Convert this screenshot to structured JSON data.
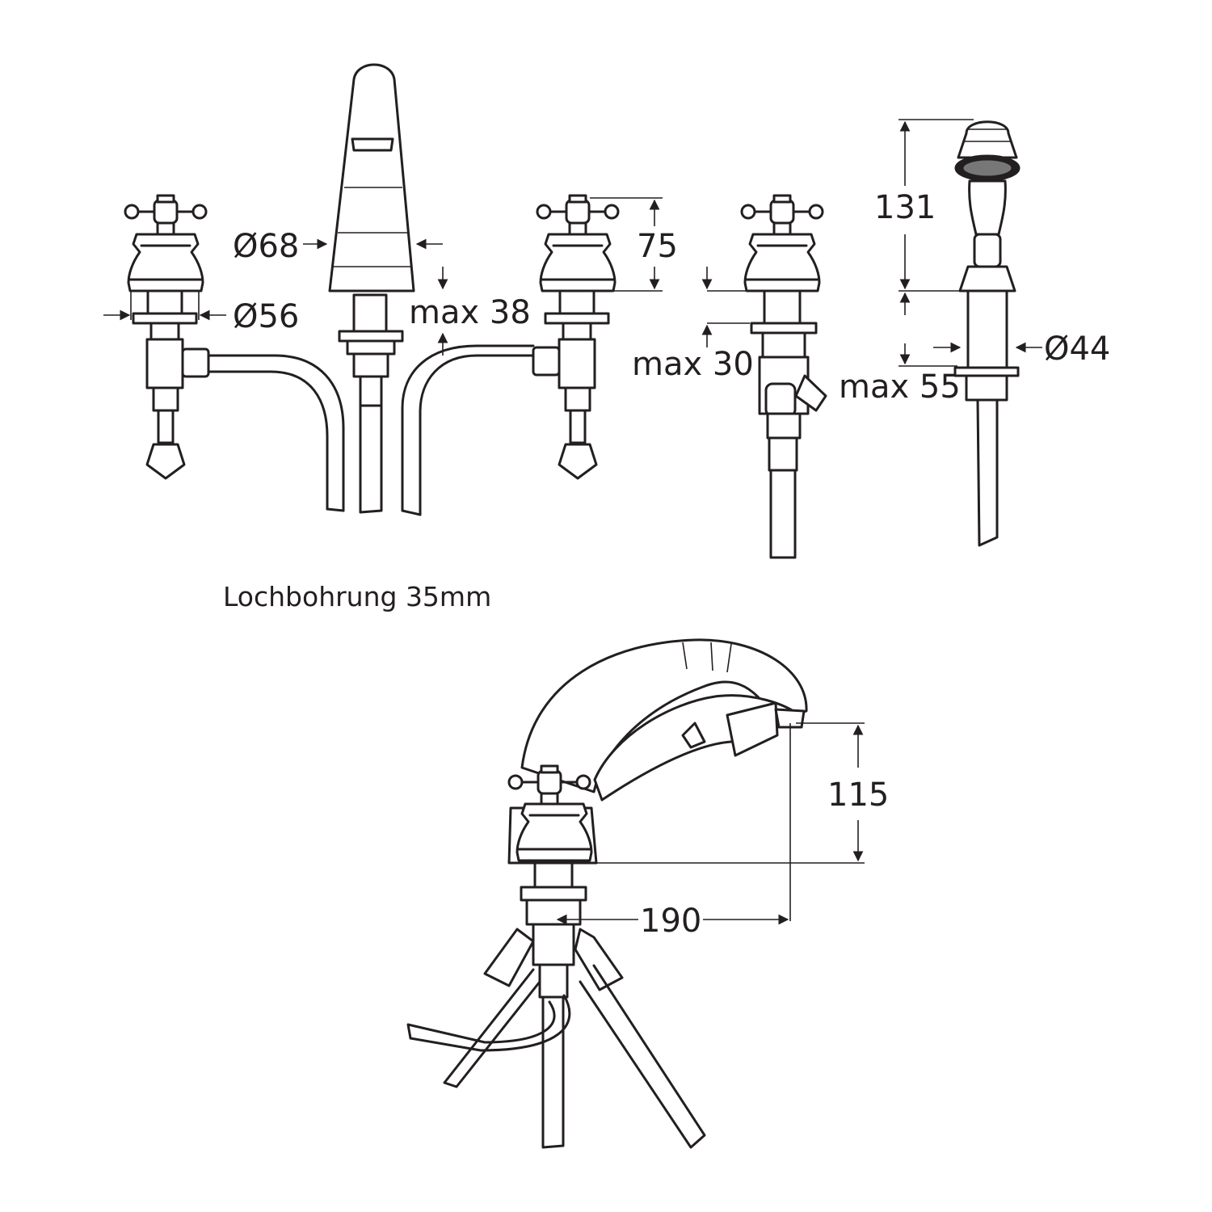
{
  "dimensions": {
    "spout_diameter": "Ø68",
    "valve_diameter": "Ø56",
    "valve_height": "75",
    "max_thickness_spout": "max 38",
    "max_thickness_valve": "max 30",
    "max_thickness_shower": "max 55",
    "shower_height": "131",
    "shower_diameter": "Ø44",
    "spout_height": "115",
    "spout_reach": "190"
  },
  "notes": {
    "hole_size": "Lochbohrung 35mm"
  }
}
